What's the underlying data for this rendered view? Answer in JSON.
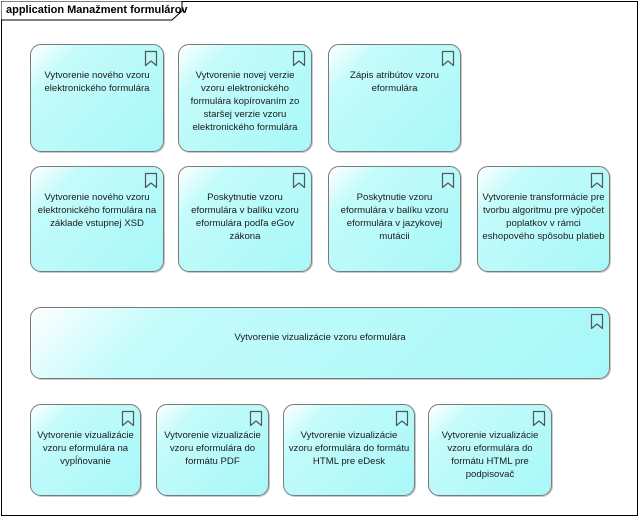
{
  "diagram": {
    "title": "application Manažment formulárov",
    "colors": {
      "frame_border": "#000000",
      "node_border": "#7a7a7a",
      "node_fill": "#a8f8f8",
      "node_fill_light": "#c4fbfb",
      "text": "#1a1a1a"
    },
    "icon": "bookmark-icon",
    "nodes": [
      {
        "id": "n1",
        "label": "Vytvorenie nového vzoru elektronického formulára"
      },
      {
        "id": "n2",
        "label": "Vytvorenie novej verzie vzoru elektronického formulára kopírovaním zo staršej verzie vzoru elektronického formulára"
      },
      {
        "id": "n3",
        "label": "Zápis atribútov vzoru eformulára"
      },
      {
        "id": "n4",
        "label": "Vytvorenie nového vzoru elektronického formulára na základe vstupnej XSD"
      },
      {
        "id": "n5",
        "label": "Poskytnutie vzoru eformulára v balíku vzoru eformulára podľa eGov zákona"
      },
      {
        "id": "n6",
        "label": "Poskytnutie vzoru eformulára v balíku vzoru eformulára v jazykovej mutácii"
      },
      {
        "id": "n7",
        "label": "Vytvorenie transformácie pre tvorbu algoritmu pre výpočet poplatkov v rámci eshopového spôsobu platieb"
      },
      {
        "id": "n8",
        "label": "Vytvorenie vizualizácie vzoru eformulára"
      },
      {
        "id": "n9",
        "label": "Vytvorenie vizualizácie vzoru eformulára na vypĺňovanie"
      },
      {
        "id": "n10",
        "label": "Vytvorenie vizualizácie vzoru eformulára do formátu PDF"
      },
      {
        "id": "n11",
        "label": "Vytvorenie vizualizácie vzoru eformulára do formátu HTML pre eDesk"
      },
      {
        "id": "n12",
        "label": "Vytvorenie vizualizácie vzoru eformulára do formátu HTML pre podpisovač"
      }
    ]
  }
}
